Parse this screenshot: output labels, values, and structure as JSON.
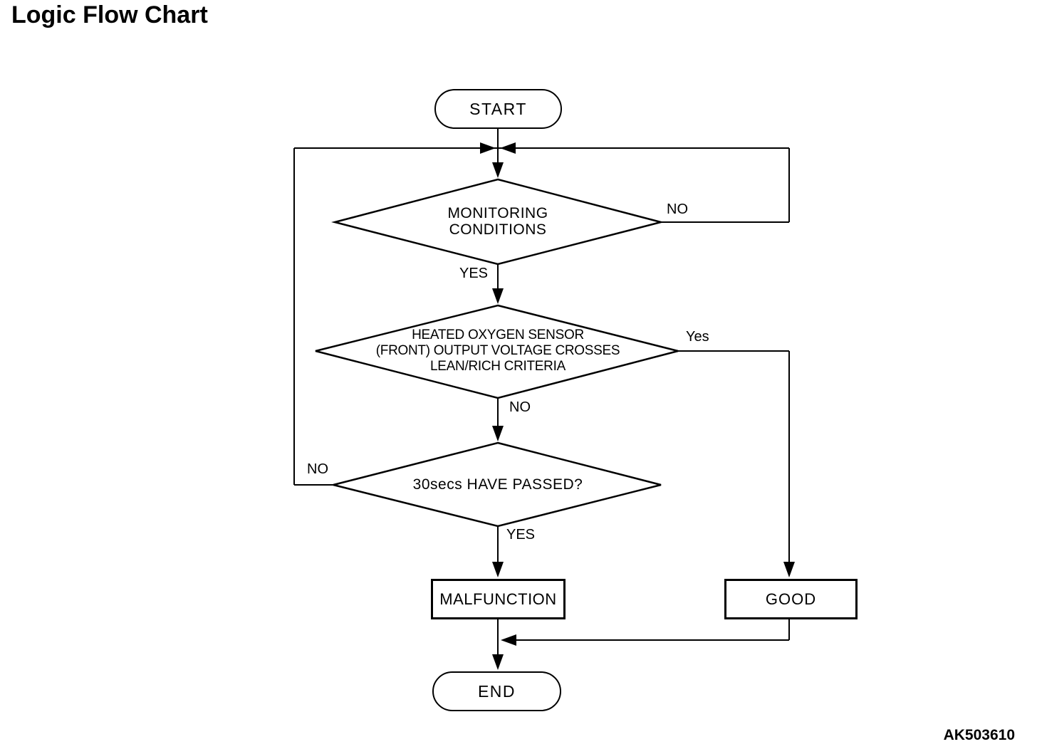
{
  "page": {
    "title": "Logic Flow Chart",
    "figure_id": "AK503610"
  },
  "nodes": {
    "start": {
      "label": "START"
    },
    "monitoring": {
      "line1": "MONITORING",
      "line2": "CONDITIONS"
    },
    "oxygen": {
      "line1": "HEATED OXYGEN SENSOR",
      "line2": "(FRONT) OUTPUT VOLTAGE CROSSES",
      "line3": "LEAN/RICH CRITERIA"
    },
    "timer": {
      "label": "30secs HAVE PASSED?"
    },
    "malfunction": {
      "label": "MALFUNCTION"
    },
    "good": {
      "label": "GOOD"
    },
    "end": {
      "label": "END"
    }
  },
  "edge_labels": {
    "monitoring_no": "NO",
    "monitoring_yes": "YES",
    "oxygen_yes": "Yes",
    "oxygen_no": "NO",
    "timer_no": "NO",
    "timer_yes": "YES"
  },
  "edges": [
    {
      "from": "start",
      "to": "monitoring",
      "label": ""
    },
    {
      "from": "monitoring",
      "to": "monitoring",
      "label": "NO"
    },
    {
      "from": "monitoring",
      "to": "oxygen",
      "label": "YES"
    },
    {
      "from": "oxygen",
      "to": "good",
      "label": "Yes"
    },
    {
      "from": "oxygen",
      "to": "timer",
      "label": "NO"
    },
    {
      "from": "timer",
      "to": "monitoring",
      "label": "NO"
    },
    {
      "from": "timer",
      "to": "malfunction",
      "label": "YES"
    },
    {
      "from": "malfunction",
      "to": "end",
      "label": ""
    },
    {
      "from": "good",
      "to": "end",
      "label": ""
    }
  ],
  "colors": {
    "ink": "#000000",
    "background": "#ffffff"
  }
}
